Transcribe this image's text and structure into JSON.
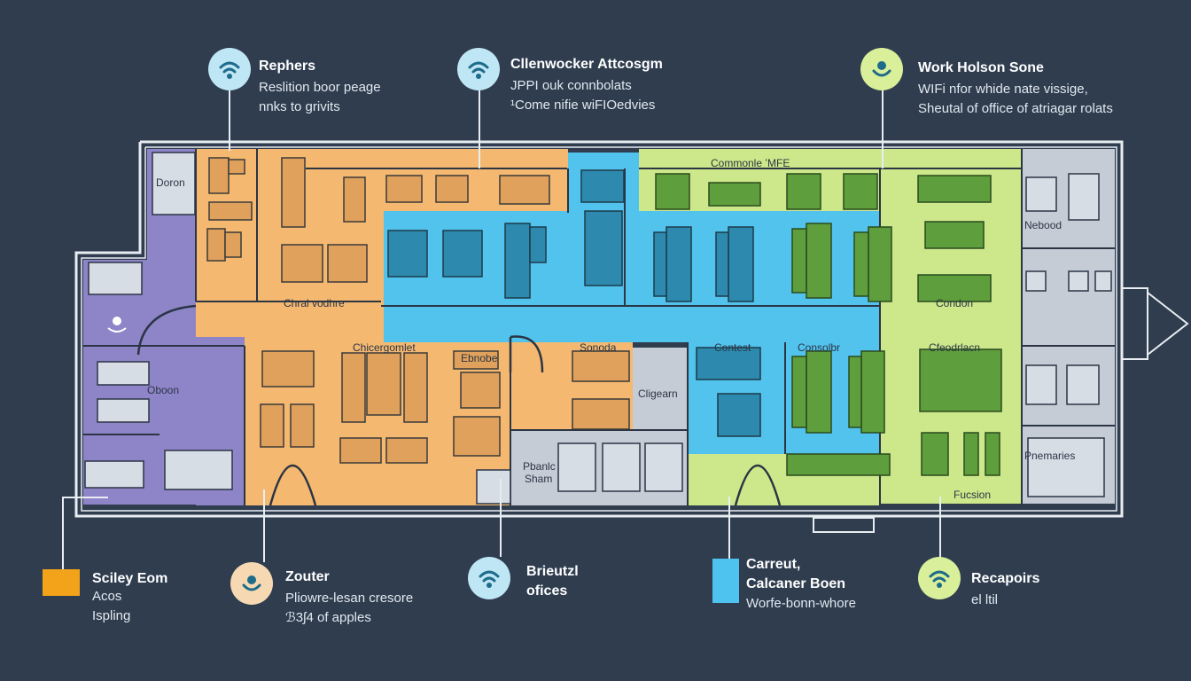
{
  "callouts": {
    "top_left": {
      "title": "Rephers",
      "line1": "Reslition boor peage",
      "line2": "nnks to grivits",
      "icon": "wifi-icon",
      "color": "#bfe6f5"
    },
    "top_mid": {
      "title": "Cllenwocker Attcosgm",
      "line1": "JPPI ouk connbolats",
      "line2": "¹Come nifie wiFIOedvies",
      "icon": "wifi-icon",
      "color": "#bfe6f5"
    },
    "top_right": {
      "title": "Work Holson Sone",
      "line1": "WIFi nfor whide nate vissige,",
      "line2": "Sheutal of office of atriagar rolats",
      "icon": "wifi-icon",
      "color": "#d9ef9a"
    },
    "bot_1": {
      "title": "Sciley Eom",
      "line1": "Acos",
      "line2": "Ispling",
      "color": "#f3a319"
    },
    "bot_2": {
      "title": "Zouter",
      "line1": "Pliowre-lesan cresore",
      "line2": "ℬ3ʃ4 of apples",
      "icon": "wifi-icon",
      "color": "#f6d9b3"
    },
    "bot_3": {
      "title": "Brieutzl",
      "line1": "oficеs",
      "icon": "wifi-icon",
      "color": "#bfe6f5"
    },
    "bot_4": {
      "title": "Carreut,",
      "line1": "Calcaner Boen",
      "line2": "Worfe-bonn-whore",
      "color": "#4fc3f0"
    },
    "bot_5": {
      "title": "Recapoirs",
      "line1": "el ltil",
      "icon": "wifi-icon",
      "color": "#d9ef9a"
    }
  },
  "zones": {
    "purple": "#8e84c8",
    "orange": "#f4b870",
    "blue": "#52c3ec",
    "green": "#cde88a",
    "grey": "#c5ccd6"
  },
  "room_labels": {
    "doron": "Doron",
    "central": "Chral vodhre",
    "cliengomlet": "Chicergomlet",
    "sonoda": "Sonoda",
    "contest": "Contest",
    "consolbr": "Consolbr",
    "condon": "Condon",
    "condtrlacn": "Cfeodrlacn",
    "commonle": "Commonle ʼMFE",
    "oboon": "Oboon",
    "cligearn": "Cligearn",
    "ebnobe": "Ebnobe",
    "pbanlc": "Pbanlc",
    "sham": "Sham",
    "fucsion": "Fuсsion",
    "pnemaries": "Pnemaries",
    "nebood": "Nebood"
  }
}
